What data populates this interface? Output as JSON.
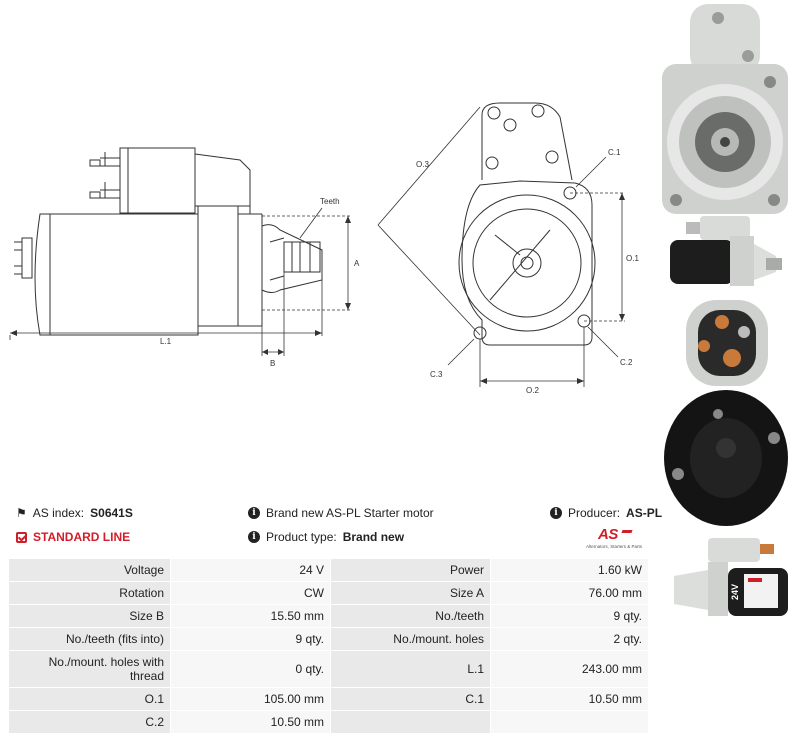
{
  "drawing": {
    "left": {
      "teeth_label": "Teeth",
      "a_label": "A",
      "b_label": "B",
      "l1_label": "L.1"
    },
    "right": {
      "o3_label": "O.3",
      "c1_label": "C.1",
      "o1_label": "O.1",
      "c2_label": "C.2",
      "c3_label": "C.3",
      "o2_label": "O.2"
    }
  },
  "info": {
    "as_index_label": "AS index:",
    "as_index_value": "S0641S",
    "standard_line": "STANDARD LINE",
    "description": "Brand new AS-PL Starter motor",
    "product_type_label": "Product type:",
    "product_type_value": "Brand new",
    "producer_label": "Producer:",
    "producer_value": "AS-PL",
    "logo_text": "AS",
    "logo_tagline": "Alternators, Starters & Parts"
  },
  "specs": [
    [
      "Voltage",
      "24 V",
      "Power",
      "1.60 kW"
    ],
    [
      "Rotation",
      "CW",
      "Size A",
      "76.00 mm"
    ],
    [
      "Size B",
      "15.50 mm",
      "No./teeth",
      "9 qty."
    ],
    [
      "No./teeth (fits into)",
      "9 qty.",
      "No./mount. holes",
      "2 qty."
    ],
    [
      "No./mount. holes with thread",
      "0 qty.",
      "L.1",
      "243.00 mm"
    ],
    [
      "O.1",
      "105.00 mm",
      "C.1",
      "10.50 mm"
    ],
    [
      "C.2",
      "10.50 mm",
      "",
      ""
    ]
  ],
  "photo_labels": {
    "voltage_sticker": "24V"
  },
  "colors": {
    "accent_red": "#d01f2a",
    "label_bg": "#e9e9e9",
    "value_bg": "#f7f7f7"
  }
}
